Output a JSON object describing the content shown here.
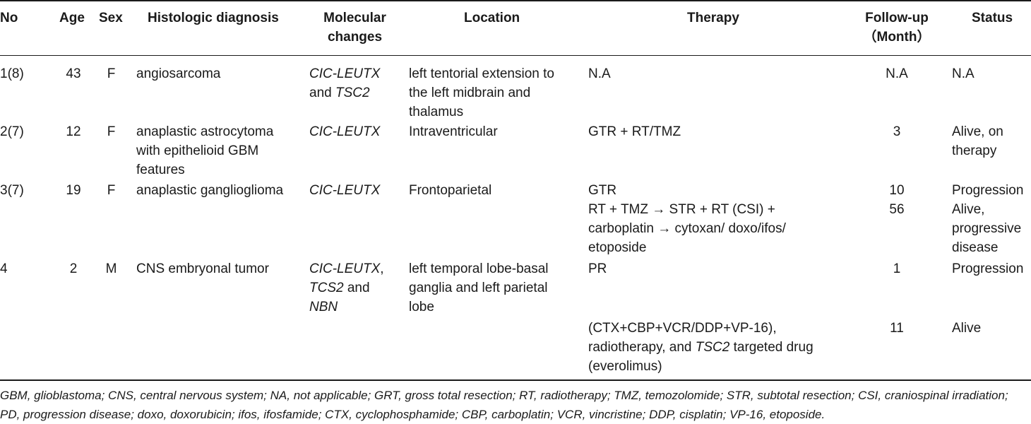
{
  "headers": {
    "no": "No",
    "age": "Age",
    "sex": "Sex",
    "diagnosis": "Histologic diagnosis",
    "molecular_1": "Molecular",
    "molecular_2": "changes",
    "location": "Location",
    "therapy": "Therapy",
    "followup_1": "Follow-up",
    "followup_2": "（Month）",
    "status": "Status"
  },
  "rows": [
    {
      "no": "1(8)",
      "age": "43",
      "sex": "F",
      "diagnosis": [
        "angiosarcoma"
      ],
      "molecular": [
        [
          "CIC-LEUTX",
          ""
        ],
        [
          "and ",
          "TSC2"
        ]
      ],
      "location": [
        "left tentorial extension to",
        "the left midbrain and",
        "thalamus"
      ],
      "therapy": [
        "N.A"
      ],
      "followup": "N.A",
      "status": [
        "N.A"
      ]
    },
    {
      "no": "2(7)",
      "age": "12",
      "sex": "F",
      "diagnosis": [
        "anaplastic astrocytoma",
        "with epithelioid GBM",
        "features"
      ],
      "molecular": [
        [
          "CIC-LEUTX",
          ""
        ]
      ],
      "location": [
        "Intraventricular"
      ],
      "therapy": [
        "GTR + RT/TMZ"
      ],
      "followup": "3",
      "status": [
        "Alive, on",
        "therapy"
      ]
    },
    {
      "no": "3(7)",
      "age": "19",
      "sex": "F",
      "diagnosis": [
        "anaplastic ganglioglioma"
      ],
      "molecular": [
        [
          "CIC-LEUTX",
          ""
        ]
      ],
      "location": [
        "Frontoparietal"
      ],
      "therapy": [
        "GTR"
      ],
      "followup": "10",
      "status": [
        "Progression"
      ],
      "sub": {
        "therapy": [
          "RT + TMZ → STR + RT (CSI) +",
          "carboplatin → cytoxan/ doxo/ifos/",
          "etoposide"
        ],
        "followup": "56",
        "status": [
          "Alive,",
          "progressive",
          "disease"
        ]
      }
    },
    {
      "no": "4",
      "age": "2",
      "sex": "M",
      "diagnosis": [
        "CNS embryonal tumor"
      ],
      "molecular_lines": [
        "CIC-LEUTX",
        "TCS2",
        "NBN"
      ],
      "molecular_joiners": [
        ",",
        " and"
      ],
      "location": [
        "left temporal lobe-basal",
        "ganglia and left parietal",
        "lobe"
      ],
      "therapy": [
        "PR"
      ],
      "followup": "1",
      "status": [
        "Progression"
      ],
      "sub": {
        "therapy_1": "(CTX+CBP+VCR/DDP+VP-16),",
        "therapy_2a": "radiotherapy, and ",
        "therapy_2b": "TSC2",
        "therapy_2c": " targeted drug",
        "therapy_3": "(everolimus)",
        "followup": "11",
        "status": [
          "Alive"
        ]
      }
    }
  ],
  "footnote": "GBM, glioblastoma; CNS, central nervous system; NA, not applicable; GRT, gross total resection; RT, radiotherapy; TMZ, temozolomide; STR, subtotal resection; CSI, craniospinal irradiation; PD, progression disease; doxo, doxorubicin; ifos, ifosfamide; CTX, cyclophosphamide; CBP, carboplatin; VCR, vincristine; DDP, cisplatin; VP-16, etoposide."
}
